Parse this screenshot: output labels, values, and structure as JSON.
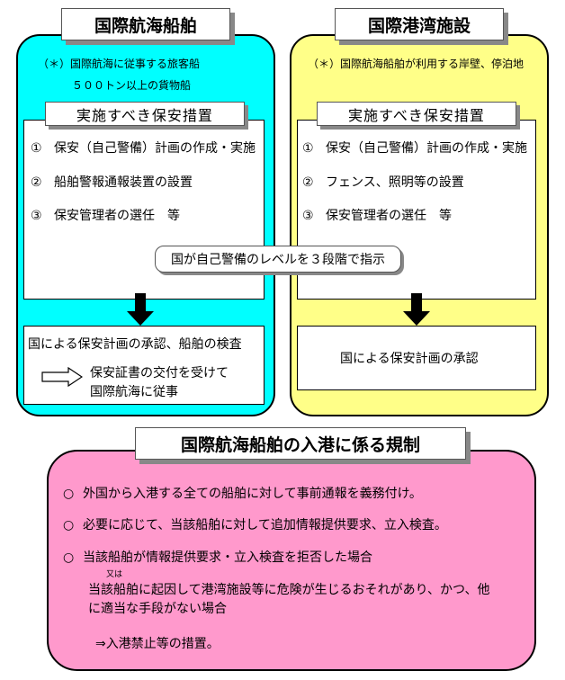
{
  "left": {
    "title": "国際航海船舶",
    "note1": "（＊）国際航海に従事する旅客船",
    "note2": "５００トン以上の貨物船",
    "measures_heading": "実施すべき保安措置",
    "items": [
      {
        "num": "①",
        "text": "保安（自己警備）計画の作成・実施"
      },
      {
        "num": "②",
        "text": "船舶警報通報装置の設置"
      },
      {
        "num": "③",
        "text": "保安管理者の選任　等"
      }
    ],
    "result_line": "国による保安計画の承認、船舶の検査",
    "cert_line1": "保安証書の交付を受けて",
    "cert_line2": "国際航海に従事"
  },
  "right": {
    "title": "国際港湾施設",
    "note1": "（＊）国際航海船舶が利用する岸壁、停泊地",
    "measures_heading": "実施すべき保安措置",
    "items": [
      {
        "num": "①",
        "text": "保安（自己警備）計画の作成・実施"
      },
      {
        "num": "②",
        "text": "フェンス、照明等の設置"
      },
      {
        "num": "③",
        "text": "保安管理者の選任　等"
      }
    ],
    "result_line": "国による保安計画の承認"
  },
  "banner": "国が自己警備のレベルを３段階で指示",
  "bottom": {
    "title": "国際航海船舶の入港に係る規制",
    "bullet": "○",
    "item1": "外国から入港する全ての船舶に対して事前通報を義務付け。",
    "item2": "必要に応じて、当該船舶に対して追加情報提供要求、立入検査。",
    "item3": "当該船舶が情報提供要求・立入検査を拒否した場合",
    "or_label": "又は",
    "item3_line2": "当該船舶に起因して港湾施設等に危険が生じるおそれがあり、かつ、他",
    "item3_line3": "に適当な手段がない場合",
    "conclusion": "⇒入港禁止等の措置。"
  },
  "colors": {
    "left_panel": "#00ffff",
    "right_panel": "#ffff88",
    "bottom_panel": "#ff99cc"
  }
}
